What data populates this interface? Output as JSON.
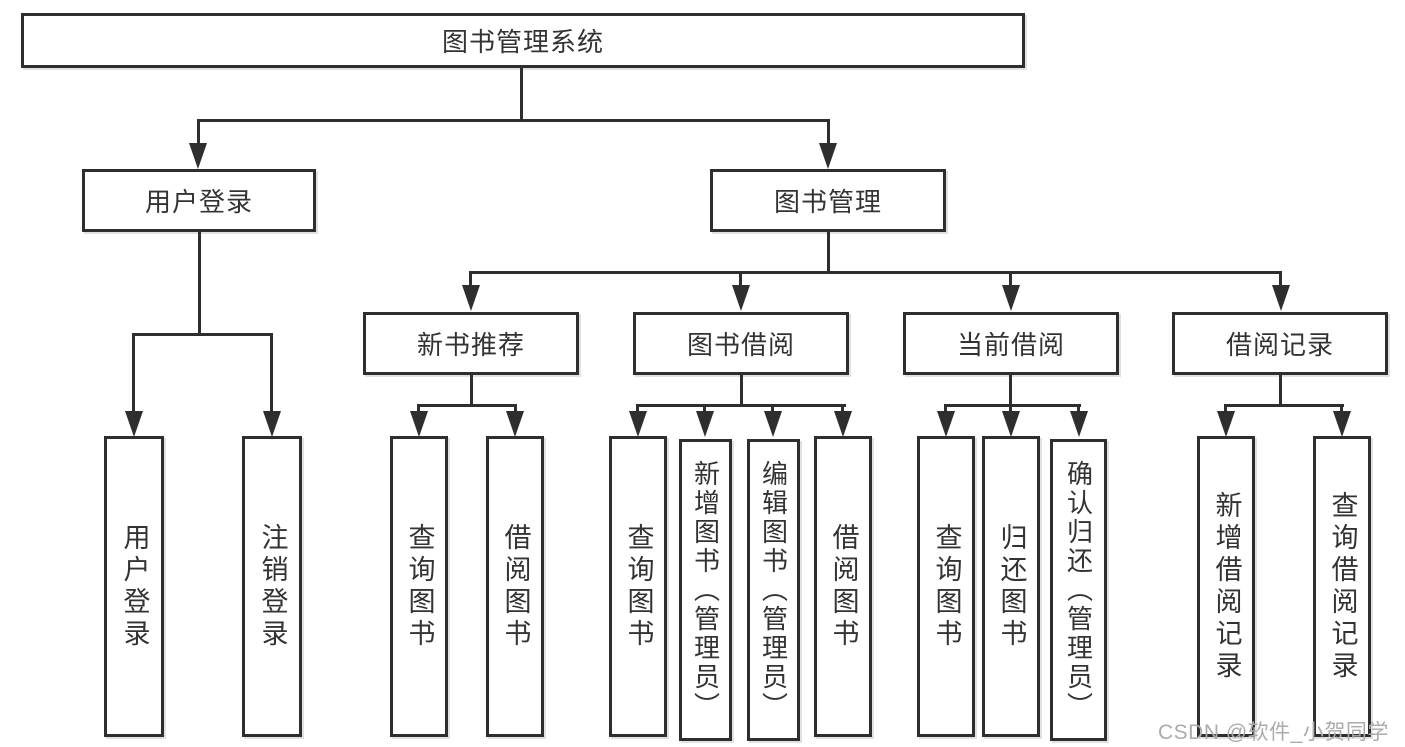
{
  "diagram_title": "图书管理系统",
  "tree": {
    "root": {
      "label": "图书管理系统",
      "children": [
        {
          "label": "用户登录",
          "children": [
            {
              "label": "用户登录"
            },
            {
              "label": "注销登录"
            }
          ]
        },
        {
          "label": "图书管理",
          "children": [
            {
              "label": "新书推荐",
              "children": [
                {
                  "label": "查询图书"
                },
                {
                  "label": "借阅图书"
                }
              ]
            },
            {
              "label": "图书借阅",
              "children": [
                {
                  "label": "查询图书"
                },
                {
                  "label": "新增图书（管理员）"
                },
                {
                  "label": "编辑图书（管理员）"
                },
                {
                  "label": "借阅图书"
                }
              ]
            },
            {
              "label": "当前借阅",
              "children": [
                {
                  "label": "查询图书"
                },
                {
                  "label": "归还图书"
                },
                {
                  "label": "确认归还（管理员）"
                }
              ]
            },
            {
              "label": "借阅记录",
              "children": [
                {
                  "label": "新增借阅记录"
                },
                {
                  "label": "查询借阅记录"
                }
              ]
            }
          ]
        }
      ]
    }
  },
  "watermark": {
    "text": "CSDN @软件_小贺同学"
  },
  "colors": {
    "line": "#2e2e2e",
    "box_border": "#2e2e2e",
    "text": "#333333",
    "background": "#ffffff",
    "watermark": "#ababab"
  }
}
